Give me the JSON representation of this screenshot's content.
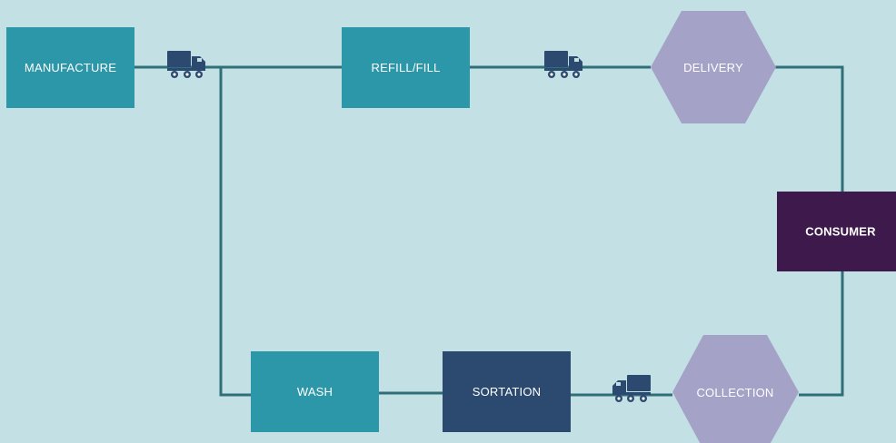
{
  "colors": {
    "background": "#c3e1e5",
    "connector": "#2e6f78",
    "teal_box": "#2c97a8",
    "navy_box": "#2c4a6f",
    "lavender_hexagon": "#a5a2c8",
    "consumer_box": "#3e1a4c",
    "truck": "#2c4a6f",
    "label": "#ffffff"
  },
  "nodes": {
    "manufacture": {
      "label": "MANUFACTURE",
      "shape": "rectangle",
      "color": "#2c97a8"
    },
    "refill_fill": {
      "label": "REFILL/FILL",
      "shape": "rectangle",
      "color": "#2c97a8"
    },
    "delivery": {
      "label": "DELIVERY",
      "shape": "hexagon",
      "color": "#a5a2c8"
    },
    "consumer": {
      "label": "CONSUMER",
      "shape": "rectangle",
      "color": "#3e1a4c"
    },
    "collection": {
      "label": "COLLECTION",
      "shape": "hexagon",
      "color": "#a5a2c8"
    },
    "sortation": {
      "label": "SORTATION",
      "shape": "rectangle",
      "color": "#2c4a6f"
    },
    "wash": {
      "label": "WASH",
      "shape": "rectangle",
      "color": "#2c97a8"
    }
  },
  "flow": [
    "manufacture",
    "refill_fill",
    "delivery",
    "consumer",
    "collection",
    "sortation",
    "wash",
    "manufacture"
  ],
  "icons": [
    "truck-icon",
    "truck-icon",
    "truck-icon"
  ]
}
